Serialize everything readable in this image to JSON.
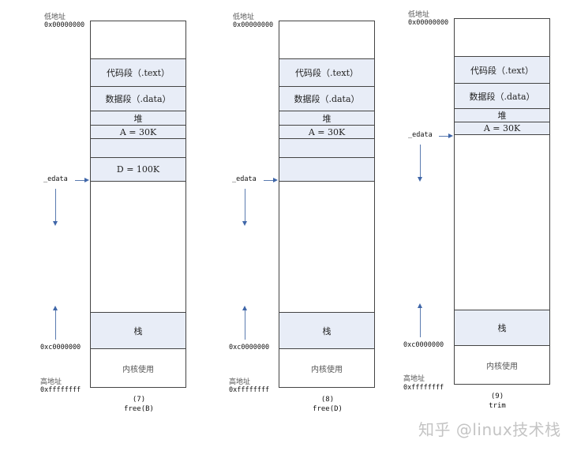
{
  "panels": [
    {
      "step": "(7)",
      "operation": "free(B)",
      "low_address_label": "低地址",
      "low_address_value": "0x00000000",
      "edata_label": "_edata",
      "kernel_boundary": "0xc0000000",
      "high_address_label": "高地址",
      "high_address_value": "0xffffffff",
      "segments": [
        {
          "label": "",
          "filled": false
        },
        {
          "label": "代码段（.text）",
          "filled": true
        },
        {
          "label": "数据段（.data）",
          "filled": true
        },
        {
          "label": "堆",
          "filled": true
        },
        {
          "label": "A = 30K",
          "filled": true
        },
        {
          "label": "",
          "filled": true
        },
        {
          "label": "D = 100K",
          "filled": true
        },
        {
          "label": "",
          "filled": false
        },
        {
          "label": "栈",
          "filled": true
        },
        {
          "label": "内核使用",
          "filled": false
        }
      ]
    },
    {
      "step": "(8)",
      "operation": "free(D)",
      "low_address_label": "低地址",
      "low_address_value": "0x00000000",
      "edata_label": "_edata",
      "kernel_boundary": "0xc0000000",
      "high_address_label": "高地址",
      "high_address_value": "0xffffffff",
      "segments": [
        {
          "label": "",
          "filled": false
        },
        {
          "label": "代码段（.text）",
          "filled": true
        },
        {
          "label": "数据段（.data）",
          "filled": true
        },
        {
          "label": "堆",
          "filled": true
        },
        {
          "label": "A = 30K",
          "filled": true
        },
        {
          "label": "",
          "filled": true
        },
        {
          "label": "",
          "filled": true
        },
        {
          "label": "",
          "filled": false
        },
        {
          "label": "栈",
          "filled": true
        },
        {
          "label": "内核使用",
          "filled": false
        }
      ]
    },
    {
      "step": "(9)",
      "operation": "trim",
      "low_address_label": "低地址",
      "low_address_value": "0x00000000",
      "edata_label": "_edata",
      "kernel_boundary": "0xc0000000",
      "high_address_label": "高地址",
      "high_address_value": "0xffffffff",
      "segments": [
        {
          "label": "",
          "filled": false
        },
        {
          "label": "代码段（.text）",
          "filled": true
        },
        {
          "label": "数据段（.data）",
          "filled": true
        },
        {
          "label": "堆",
          "filled": true
        },
        {
          "label": "A = 30K",
          "filled": true
        },
        {
          "label": "",
          "filled": false
        },
        {
          "label": "栈",
          "filled": true
        },
        {
          "label": "内核使用",
          "filled": false
        }
      ]
    }
  ],
  "colors": {
    "segment_fill": "#e8edf7",
    "border": "#444444",
    "arrow": "#3f66a8",
    "watermark": "#c4c4c4"
  },
  "watermark": "知乎 @linux技术栈"
}
